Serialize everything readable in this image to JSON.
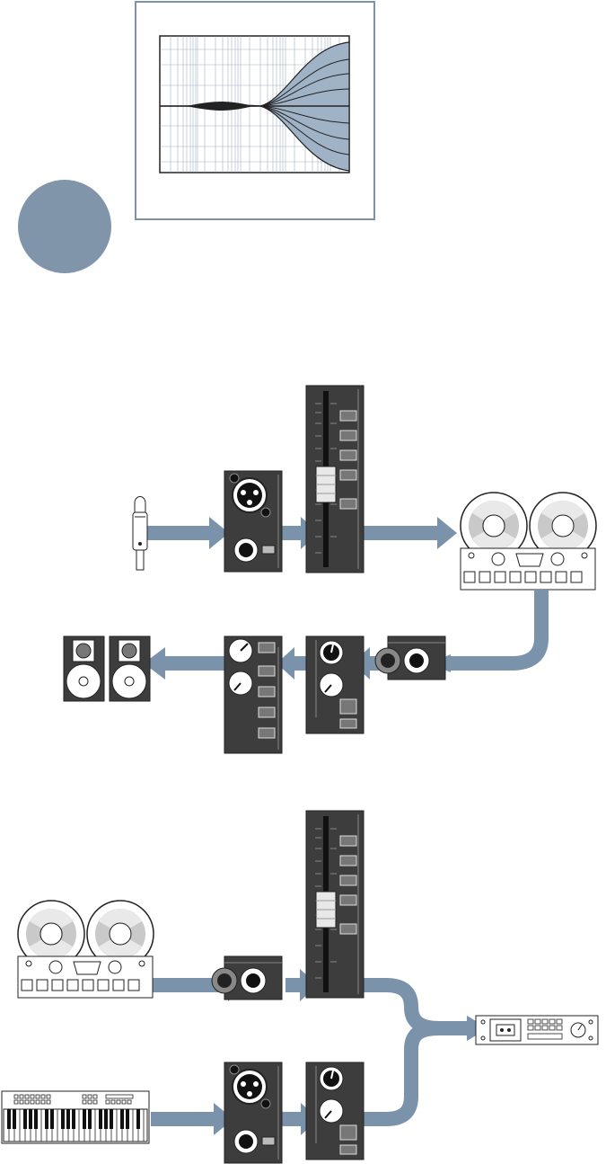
{
  "colors": {
    "flow": "#7a93ab",
    "circle": "#8095aa",
    "panel": "#3d3d3d",
    "panel_light": "#555555",
    "eq_fill": "#9fb2c6",
    "reel_gray": "#c9c9c9"
  },
  "icons": {
    "microphone": "microphone-icon",
    "mic_preamp": "xlr-input-module-icon",
    "fader": "channel-fader-module-icon",
    "tape_recorder": "reel-to-reel-tape-recorder-icon",
    "tape_return": "tape-return-jack-module-icon",
    "eq_module": "eq-knob-module-icon",
    "monitor_module": "monitor-section-module-icon",
    "speakers": "studio-monitor-speakers-icon",
    "keyboard": "synthesizer-keyboard-icon",
    "rack_unit": "rack-mount-processor-icon"
  },
  "diagram": {
    "graph": "frequency-response-graph",
    "badge": "blank-circle-badge",
    "row1": [
      "microphone",
      "mic_preamp",
      "fader",
      "tape_recorder"
    ],
    "row2": [
      "tape_recorder",
      "tape_return",
      "eq_module",
      "monitor_module",
      "speakers"
    ],
    "row3": [
      "tape_recorder",
      "tape_return",
      "fader",
      "rack_unit"
    ],
    "row4": [
      "keyboard",
      "mic_preamp",
      "eq_module",
      "rack_unit"
    ]
  }
}
